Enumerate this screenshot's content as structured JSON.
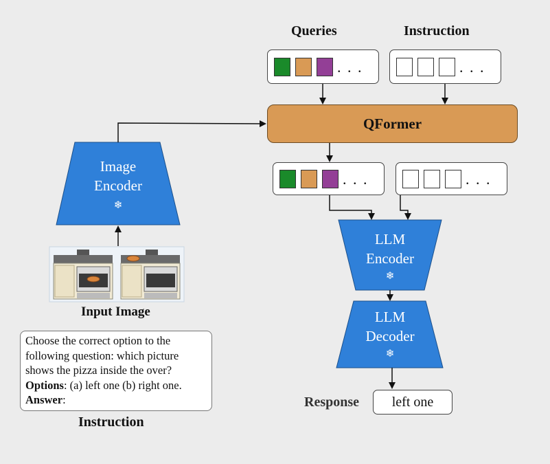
{
  "headers": {
    "queries": "Queries",
    "instruction": "Instruction"
  },
  "token_dots": ". . .",
  "qformer": {
    "label": "QFormer",
    "color": "#d99a55"
  },
  "image_encoder": {
    "line1": "Image",
    "line2": "Encoder",
    "frozen_icon": "snowflake-icon",
    "color": "#2f80d9"
  },
  "llm_encoder": {
    "line1": "LLM",
    "line2": "Encoder",
    "frozen_icon": "snowflake-icon"
  },
  "llm_decoder": {
    "line1": "LLM",
    "line2": "Decoder",
    "frozen_icon": "snowflake-icon"
  },
  "snowflake": "❄",
  "query_colors": [
    "#1a8a2a",
    "#d99a55",
    "#933f96"
  ],
  "input_image": {
    "caption": "Input Image",
    "pictures": [
      "oven-pizza-inside",
      "oven-pizza-on-top"
    ]
  },
  "instruction_text": {
    "line1": "Choose the correct option to the",
    "line2": "following question: which picture",
    "line3": "shows the pizza inside the over?",
    "options_label": "Options",
    "options_text": ": (a) left one (b) right one.",
    "answer_label": "Answer",
    "answer_text": ":",
    "caption": "Instruction"
  },
  "response": {
    "label": "Response",
    "value": "left one"
  }
}
